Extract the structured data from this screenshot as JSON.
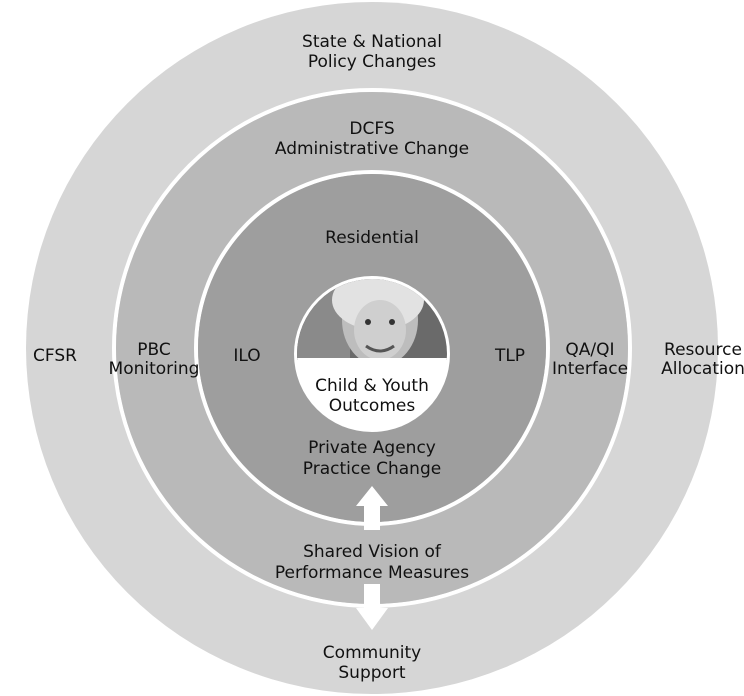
{
  "rings": {
    "outer": {
      "top_line1": "State & National",
      "top_line2": "Policy Changes",
      "left": "CFSR",
      "right_line1": "Resource",
      "right_line2": "Allocation",
      "bottom_line1": "Community",
      "bottom_line2": "Support",
      "color": "#d6d6d6"
    },
    "second": {
      "top_line1": "DCFS",
      "top_line2": "Administrative Change",
      "left_line1": "PBC",
      "left_line2": "Monitoring",
      "right_line1": "QA/QI",
      "right_line2": "Interface",
      "bottom_line1": "Shared Vision of",
      "bottom_line2": "Performance Measures",
      "color": "#b9b9b9"
    },
    "third": {
      "top": "Residential",
      "left": "ILO",
      "right": "TLP",
      "bottom_line1": "Private Agency",
      "bottom_line2": "Practice Change",
      "color": "#9e9e9e"
    },
    "center": {
      "line1": "Child & Youth",
      "line2": "Outcomes",
      "color": "#ffffff"
    }
  },
  "separator_color": "#ffffff",
  "arrow_color": "#ffffff"
}
